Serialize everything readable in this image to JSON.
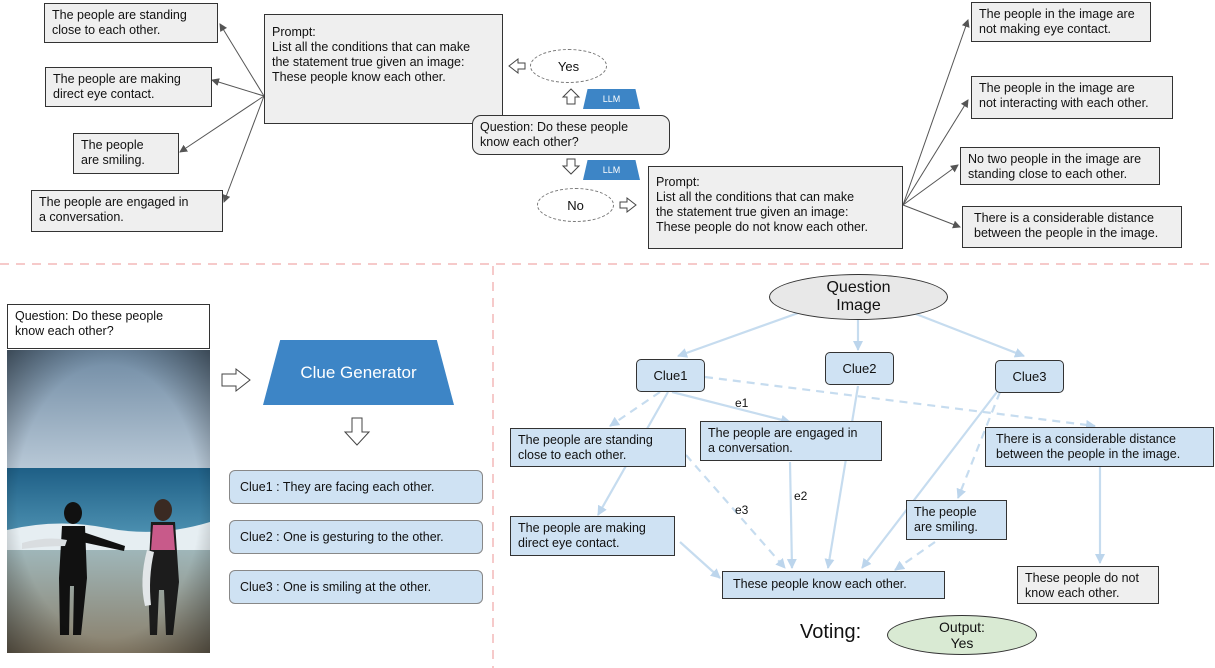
{
  "top": {
    "yes_conditions": [
      "The people are standing\nclose to each other.",
      "The people are making\ndirect eye contact.",
      "The people\nare smiling.",
      "The people are engaged in\na conversation."
    ],
    "prompt_yes": "Prompt:\nList all the conditions that can make\nthe statement true given an image:\nThese people know each other.",
    "yes_label": "Yes",
    "no_label": "No",
    "llm_label": "LLM",
    "question": "Question: Do these people\nknow each other?",
    "prompt_no": "Prompt:\nList all the conditions that can make\nthe statement true given an image:\nThese people do not know each other.",
    "no_conditions": [
      "The people in the image are\nnot making eye contact.",
      "The people in the image are\nnot interacting with each other.",
      "No two people in the image are\nstanding close to each other.",
      "There is a considerable distance\nbetween the people in the image."
    ]
  },
  "bottom_left": {
    "question": "Question: Do these people\nknow each other?",
    "clue_generator": "Clue Generator",
    "clues": [
      "Clue1 : They are facing each other.",
      "Clue2 : One is gesturing to the other.",
      "Clue3 : One is smiling at the other."
    ]
  },
  "graph": {
    "root": "Question\nImage",
    "clue_nodes": [
      "Clue1",
      "Clue2",
      "Clue3"
    ],
    "evidence": [
      "The people are standing\nclose to each other.",
      "The people are engaged in\na conversation.",
      "There is a considerable distance\nbetween the people in the image.",
      "The people are making\ndirect eye contact.",
      "The people\nare smiling."
    ],
    "conclusion_yes": "These people know each other.",
    "conclusion_no": "These people do not\nknow each other.",
    "edge_labels": [
      "e1",
      "e2",
      "e3"
    ],
    "voting_label": "Voting:",
    "output": "Output:\nYes"
  },
  "colors": {
    "accent_blue": "#3d85c6",
    "light_blue": "#cfe2f3",
    "edge_blue": "#c6dcef",
    "divider_pink": "#f4b8b8",
    "output_green": "#d9ead3",
    "box_gray": "#efefef"
  }
}
